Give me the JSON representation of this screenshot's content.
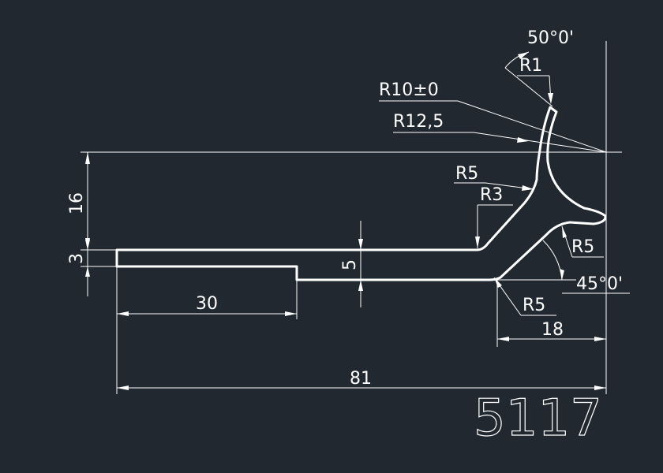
{
  "drawing": {
    "part_number": "5117",
    "background": "#212830",
    "line_color": "#ffffff",
    "dimensions": {
      "height_16": "16",
      "thickness_3": "3",
      "step_30": "30",
      "gap_5": "5",
      "total_81": "81",
      "width_18": "18",
      "angle_top": "50°0'",
      "angle_bottom": "45°0'",
      "r1": "R1",
      "r10": "R10±0",
      "r12_5": "R12,5",
      "r5_upper": "R5",
      "r3": "R3",
      "r5_right": "R5",
      "r5_lower": "R5"
    }
  }
}
